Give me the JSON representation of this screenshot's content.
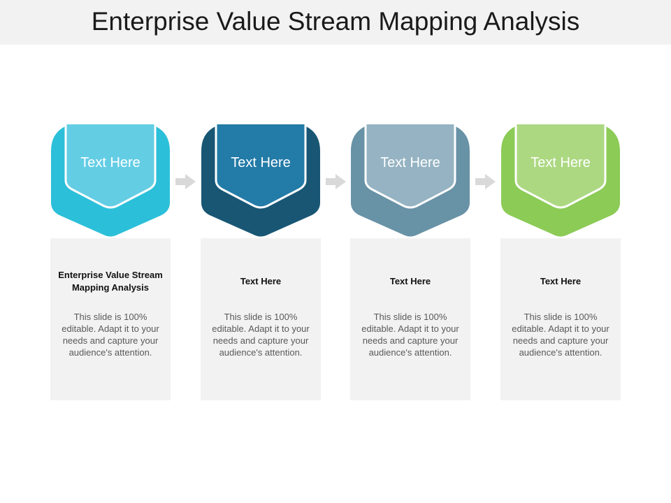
{
  "title": "Enterprise Value Stream Mapping Analysis",
  "steps": [
    {
      "label": "Text Here",
      "heading": "Enterprise Value Stream Mapping Analysis",
      "body": "This slide is 100% editable. Adapt it to your needs and capture your audience's attention.",
      "outer_color": "#2bbfd9",
      "inner_color": "#63cde4"
    },
    {
      "label": "Text Here",
      "heading": "Text Here",
      "body": "This slide is 100% editable. Adapt it to your needs and capture your audience's attention.",
      "outer_color": "#185674",
      "inner_color": "#237ba7"
    },
    {
      "label": "Text Here",
      "heading": "Text Here",
      "body": "This slide is 100% editable. Adapt it to your needs and capture your audience's attention.",
      "outer_color": "#6892a6",
      "inner_color": "#95b3c2"
    },
    {
      "label": "Text Here",
      "heading": "Text Here",
      "body": "This slide is 100% editable. Adapt it to your needs and capture your audience's attention.",
      "outer_color": "#8bcb56",
      "inner_color": "#acd882"
    }
  ],
  "connector_color": "#d9d9d9"
}
